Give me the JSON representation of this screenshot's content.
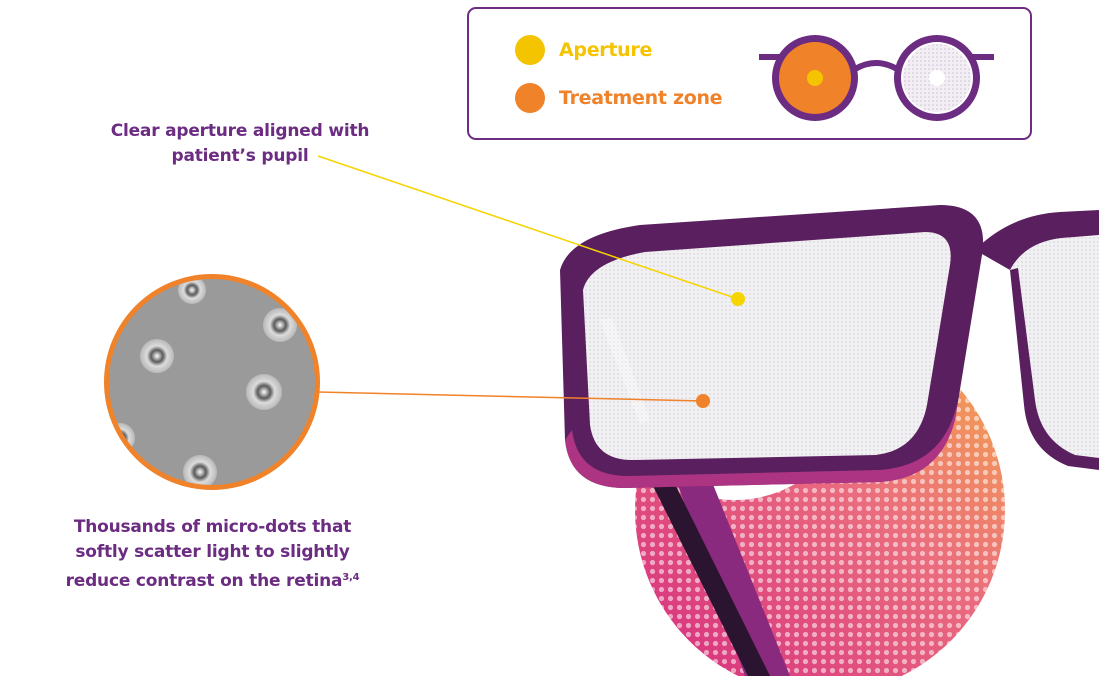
{
  "legend": {
    "items": [
      {
        "label": "Aperture",
        "color": "#f5c400"
      },
      {
        "label": "Treatment zone",
        "color": "#f0822a"
      }
    ]
  },
  "callouts": {
    "aperture": {
      "line1": "Clear aperture aligned with",
      "line2": "patient’s pupil"
    },
    "microdots": {
      "line1": "Thousands of micro-dots that",
      "line2": "softly scatter light to slightly",
      "line3": "reduce contrast on the retina",
      "superscript": "3,4"
    }
  },
  "colors": {
    "frame_purple": "#6b2c82",
    "frame_dark": "#4a1d4e",
    "aperture_yellow": "#f5c400",
    "treatment_orange": "#f0822a",
    "dot_magenta": "#d4267f",
    "lens_gray": "#9a9a9a"
  },
  "icons": [
    "glasses-legend-icon",
    "magnifier-inset",
    "eyeglasses-photo",
    "dot-pattern-ring"
  ]
}
